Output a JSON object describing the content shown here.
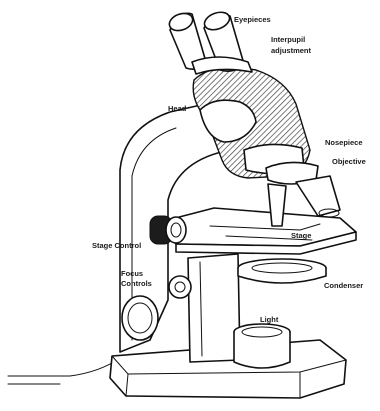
{
  "diagram": {
    "labels": {
      "eyepieces": "Eyepieces",
      "interpupil_line1": "Interpupil",
      "interpupil_line2": "adjustment",
      "head": "Head",
      "nosepiece": "Nosepiece",
      "objective": "Objective",
      "stage_control": "Stage Control",
      "stage": "Stage",
      "focus_line1": "Focus",
      "focus_line2": "Controls",
      "condenser": "Condenser",
      "light": "Light"
    }
  }
}
